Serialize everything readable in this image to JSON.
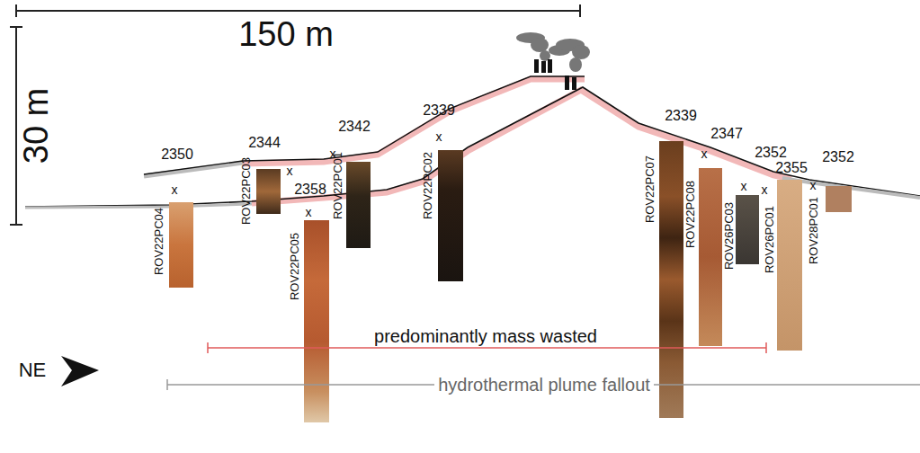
{
  "diagram": {
    "labels": [
      "150 m",
      "30 m",
      "2350",
      "2344",
      "2342",
      "2339",
      "2358",
      "2339",
      "2347",
      "2352",
      "2355",
      "2352",
      "ROV22PC04",
      "ROV22PC03",
      "ROV22PC05",
      "ROV22PC01",
      "ROV22PC02",
      "ROV22PC07",
      "ROV22PC08",
      "ROV26PC03",
      "ROV26PC01",
      "ROV28PC01",
      "x",
      "x",
      "x",
      "x",
      "x",
      "x",
      "x",
      "x",
      "x",
      "predominantly mass wasted",
      "hydrothermal plume fallout",
      "NE"
    ]
  }
}
